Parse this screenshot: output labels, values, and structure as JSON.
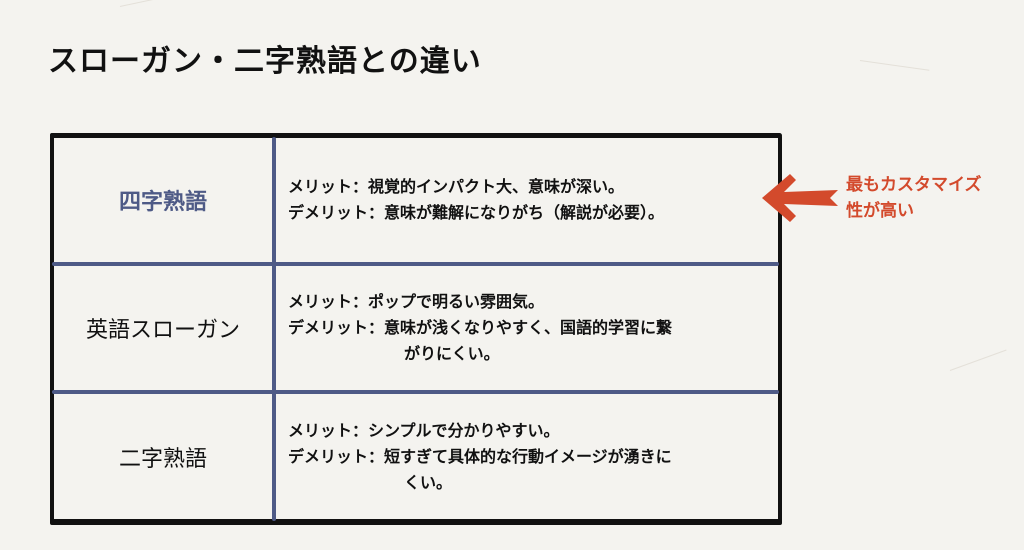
{
  "title": "スローガン・二字熟語との違い",
  "table": {
    "rows": [
      {
        "label": "四字熟語",
        "merit": "メリット：視覚的インパクト大、意味が深い。",
        "demerit": "デメリット：意味が難解になりがち（解説が必要）。",
        "demerit_cont": ""
      },
      {
        "label": "英語スローガン",
        "merit": "メリット：ポップで明るい雰囲気。",
        "demerit": "デメリット：意味が浅くなりやすく、国語的学習に繋",
        "demerit_cont": "がりにくい。"
      },
      {
        "label": "二字熟語",
        "merit": "メリット：シンプルで分かりやすい。",
        "demerit": "デメリット：短すぎて具体的な行動イメージが湧きに",
        "demerit_cont": "くい。"
      }
    ]
  },
  "annotation": {
    "line1": "最もカスタマイズ",
    "line2": "性が高い",
    "icon": "arrow-left-icon"
  },
  "colors": {
    "accent_blue": "#4e5a86",
    "annotation_red": "#d34a2c",
    "background": "#f4f3ef"
  }
}
